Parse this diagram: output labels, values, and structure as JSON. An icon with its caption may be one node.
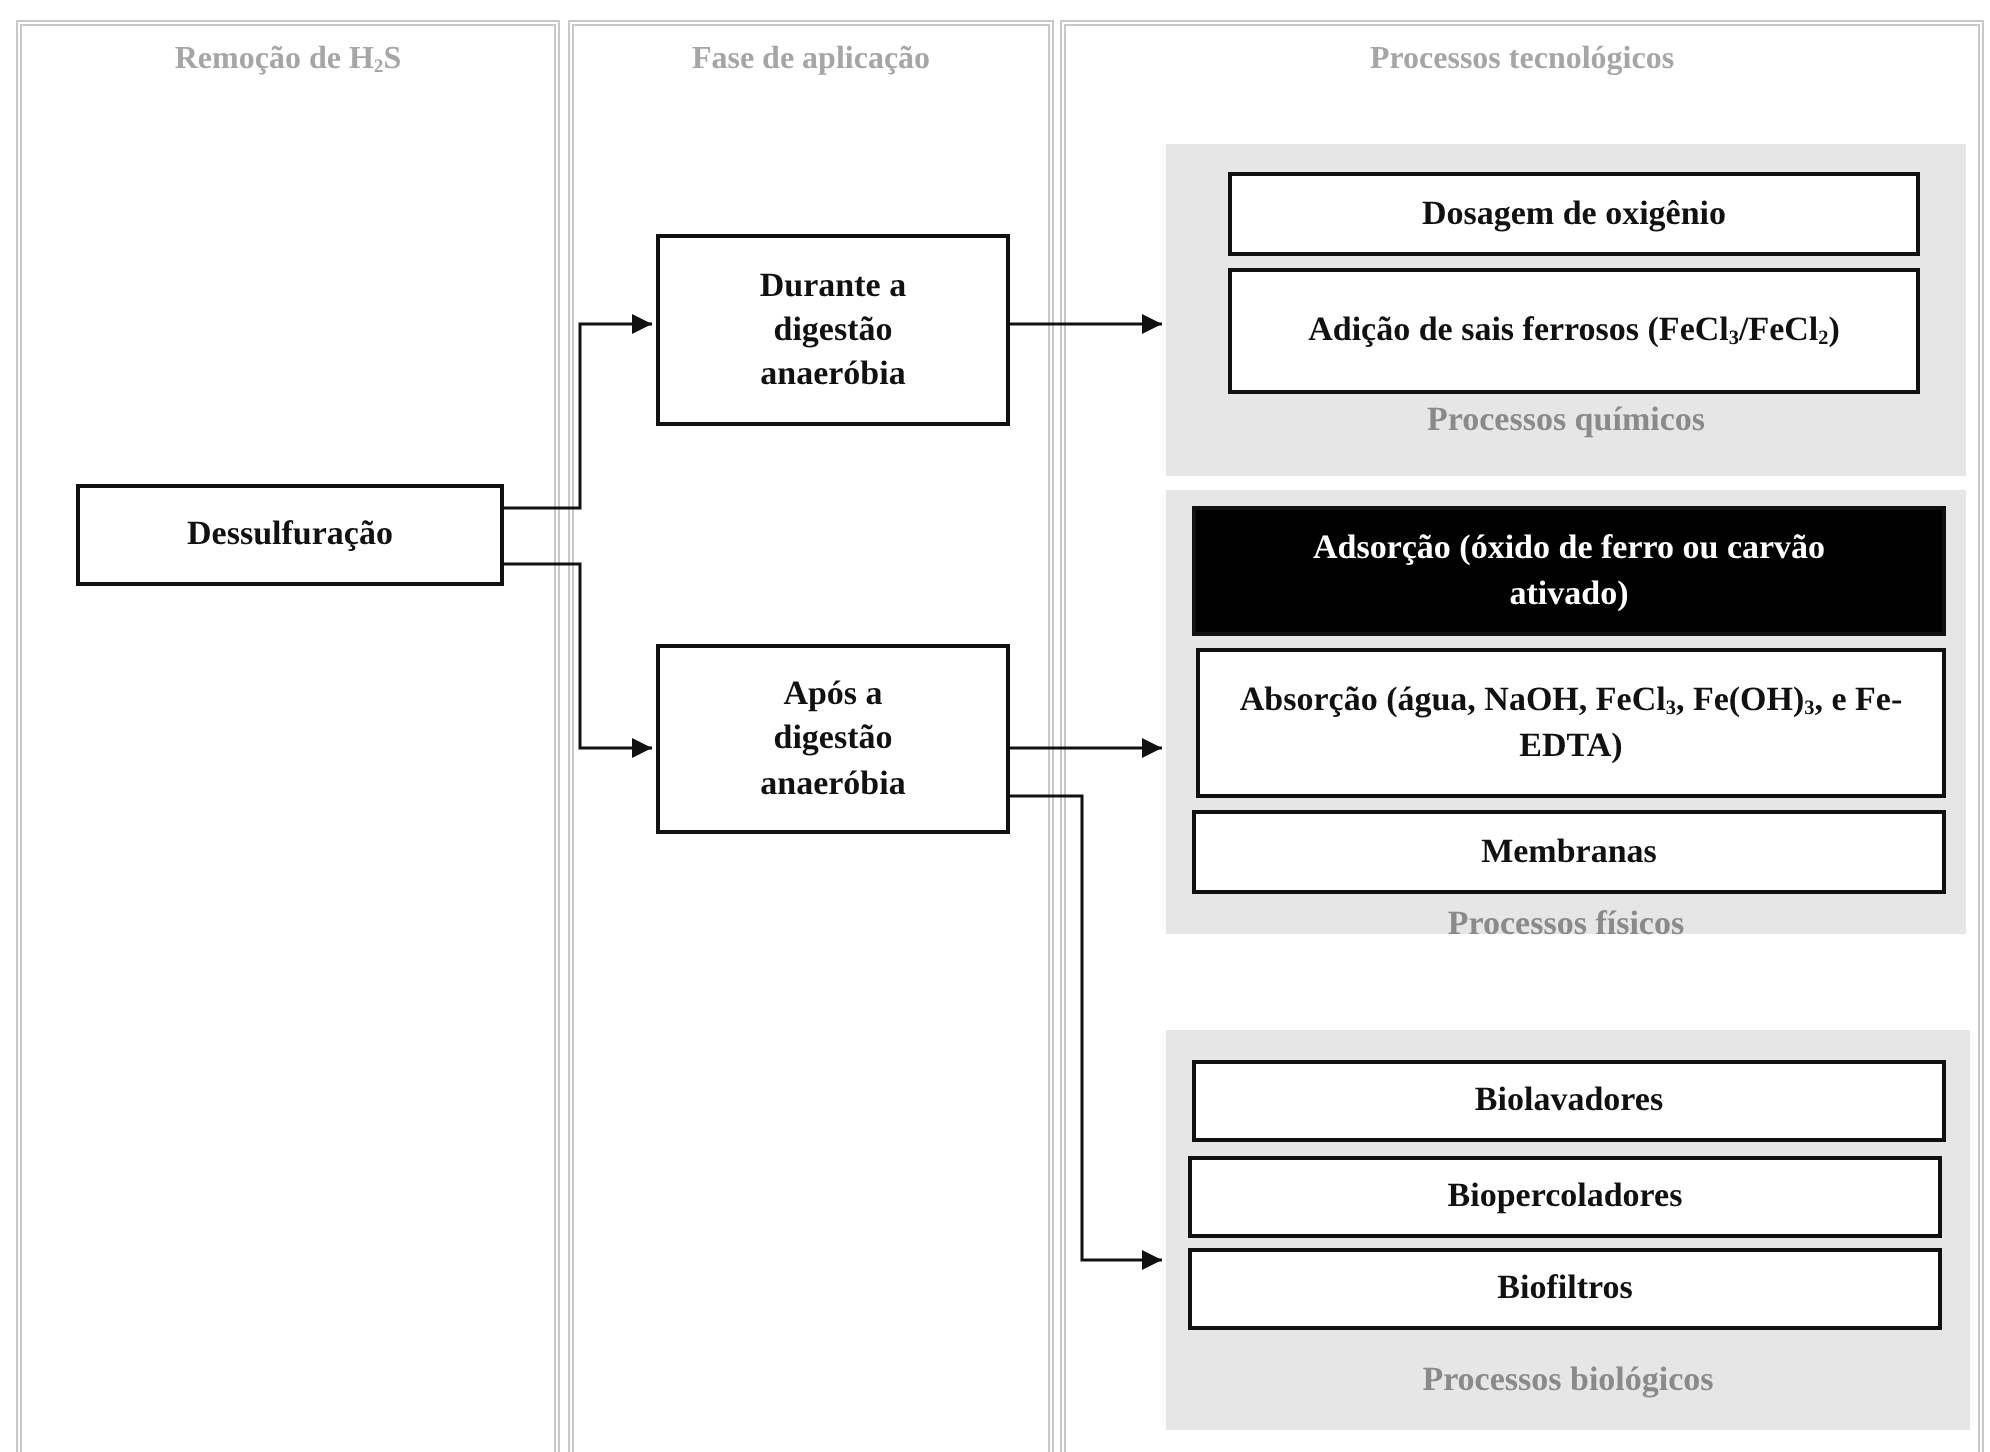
{
  "diagram": {
    "nodes": [
      {
        "text": [
          "Remoção de H$_{2}$S"
        ]
      },
      {
        "text": [
          "Fase de aplicação"
        ]
      },
      {
        "text": [
          "Processos tecnológicos"
        ]
      },
      {
        "text": [
          "Dessulfuração"
        ],
        "in": 0
      },
      {
        "text": [
          "Durante a digestão anaeróbia"
        ],
        "in": 1
      },
      {
        "text": [
          "Após a digestão anaeróbia"
        ],
        "in": 1
      },
      {
        "text": [
          "Processos químicos"
        ],
        "in": 2
      },
      {
        "text": [
          "Dosagem de oxigênio"
        ],
        "in": 6
      },
      {
        "text": [
          "Adição de sais ferrosos (FeCl$_{3}$/FeCl$_{2}$)"
        ],
        "in": 6
      },
      {
        "text": [
          "Processos físicos"
        ],
        "in": 2
      },
      {
        "text": [
          "Adsorção (óxido de ferro ou carvão ativado)"
        ],
        "in": 9
      },
      {
        "text": [
          "Absorção (água, NaOH, FeCl$_{3}$, Fe(OH)$_{3}$, e Fe-EDTA)"
        ],
        "in": 9
      },
      {
        "text": [
          "Membranas"
        ],
        "in": 9
      },
      {
        "text": [
          "Processos biológicos"
        ],
        "in": 2
      },
      {
        "text": [
          "Biolavadores"
        ],
        "in": 13
      },
      {
        "text": [
          "Biopercoladores"
        ],
        "in": 13
      },
      {
        "text": [
          "Biofiltros"
        ],
        "in": 13
      }
    ],
    "edges": [
      {
        "from": 3,
        "to": 4,
        "arrow": "to"
      },
      {
        "from": 3,
        "to": 5,
        "arrow": "to"
      },
      {
        "from": 4,
        "to": 6,
        "arrow": "to"
      },
      {
        "from": 5,
        "to": 9,
        "arrow": "to"
      },
      {
        "from": 5,
        "to": 13,
        "arrow": "to"
      }
    ]
  }
}
